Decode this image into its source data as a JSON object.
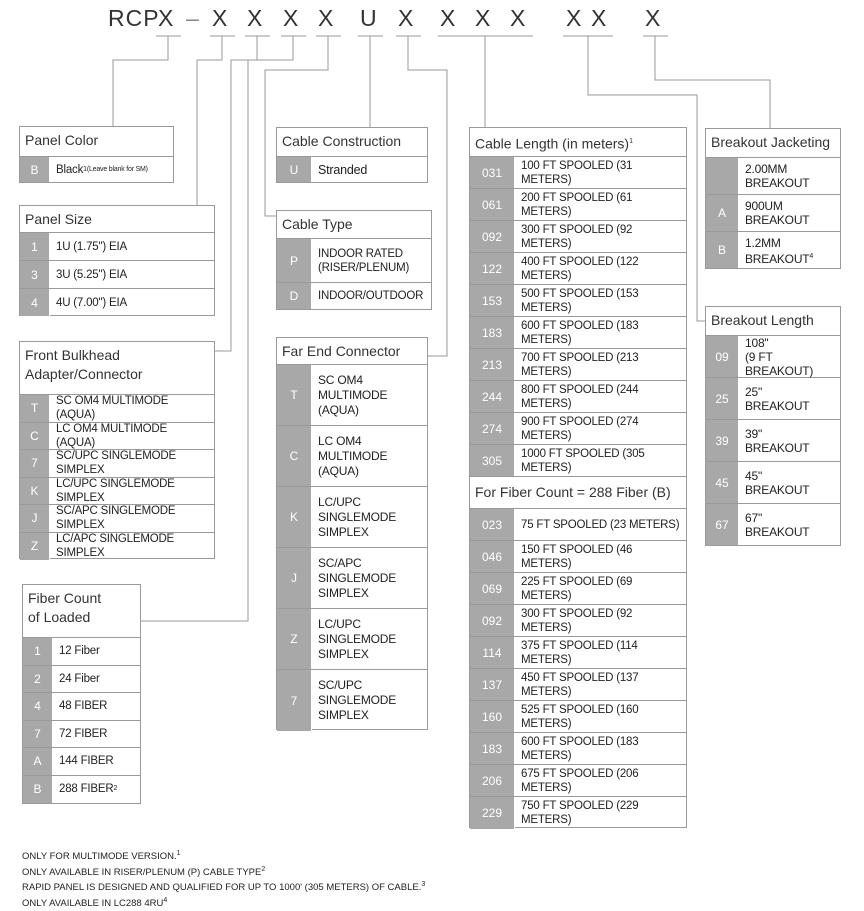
{
  "part_number": {
    "prefix": "RCP",
    "separator": "–",
    "segments": [
      "X",
      "X",
      "X",
      "X",
      "X",
      "U",
      "X",
      "X",
      "X",
      "X",
      "X",
      "X"
    ]
  },
  "panel_color": {
    "title": "Panel Color",
    "rows": [
      {
        "code": "B",
        "label": "Black",
        "sup": "1",
        "note": " (Leave blank for SM)"
      }
    ]
  },
  "panel_size": {
    "title": "Panel Size",
    "rows": [
      {
        "code": "1",
        "label": "1U (1.75\") EIA"
      },
      {
        "code": "3",
        "label": "3U (5.25\") EIA"
      },
      {
        "code": "4",
        "label": "4U (7.00\") EIA"
      }
    ]
  },
  "front_bulkhead": {
    "title": "Front Bulkhead\nAdapter/Connector",
    "rows": [
      {
        "code": "T",
        "label": "SC OM4 MULTIMODE (AQUA)"
      },
      {
        "code": "C",
        "label": "LC OM4 MULTIMODE (AQUA)"
      },
      {
        "code": "7",
        "label": "SC/UPC SINGLEMODE SIMPLEX"
      },
      {
        "code": "K",
        "label": "LC/UPC SINGLEMODE SIMPLEX"
      },
      {
        "code": "J",
        "label": "SC/APC SINGLEMODE SIMPLEX"
      },
      {
        "code": "Z",
        "label": "LC/APC SINGLEMODE SIMPLEX"
      }
    ]
  },
  "fiber_count": {
    "title": "Fiber Count\nof Loaded",
    "rows": [
      {
        "code": "1",
        "label": "12 Fiber"
      },
      {
        "code": "2",
        "label": "24 Fiber"
      },
      {
        "code": "4",
        "label": "48 FIBER"
      },
      {
        "code": "7",
        "label": "72 FIBER"
      },
      {
        "code": "A",
        "label": "144 FIBER"
      },
      {
        "code": "B",
        "label": "288 FIBER",
        "sup": "2"
      }
    ]
  },
  "cable_construction": {
    "title": "Cable Construction",
    "rows": [
      {
        "code": "U",
        "label": "Stranded"
      }
    ]
  },
  "cable_type": {
    "title": "Cable Type",
    "rows": [
      {
        "code": "P",
        "label": "INDOOR RATED\n(RISER/PLENUM)"
      },
      {
        "code": "D",
        "label": "INDOOR/OUTDOOR"
      }
    ]
  },
  "far_end_connector": {
    "title": "Far End Connector",
    "rows": [
      {
        "code": "T",
        "label": "SC OM4\nMULTIMODE\n(AQUA)"
      },
      {
        "code": "C",
        "label": "LC OM4\nMULTIMODE\n(AQUA)"
      },
      {
        "code": "K",
        "label": "LC/UPC\nSINGLEMODE\nSIMPLEX"
      },
      {
        "code": "J",
        "label": "SC/APC\nSINGLEMODE\nSIMPLEX"
      },
      {
        "code": "Z",
        "label": "LC/UPC\nSINGLEMODE\nSIMPLEX"
      },
      {
        "code": "7",
        "label": "SC/UPC\nSINGLEMODE\nSIMPLEX"
      }
    ]
  },
  "cable_length": {
    "title": "Cable Length (in meters)",
    "title_sup": "1",
    "rows": [
      {
        "code": "031",
        "label": "100 FT SPOOLED (31 METERS)"
      },
      {
        "code": "061",
        "label": "200 FT SPOOLED (61 METERS)"
      },
      {
        "code": "092",
        "label": "300 FT SPOOLED (92 METERS)"
      },
      {
        "code": "122",
        "label": "400 FT SPOOLED (122 METERS)"
      },
      {
        "code": "153",
        "label": "500 FT SPOOLED (153 METERS)"
      },
      {
        "code": "183",
        "label": "600 FT SPOOLED (183 METERS)"
      },
      {
        "code": "213",
        "label": "700 FT SPOOLED (213 METERS)"
      },
      {
        "code": "244",
        "label": "800 FT SPOOLED (244 METERS)"
      },
      {
        "code": "274",
        "label": "900 FT SPOOLED (274 METERS)"
      },
      {
        "code": "305",
        "label": "1000 FT SPOOLED (305 METERS)"
      }
    ],
    "subtitle": "For Fiber Count = 288 Fiber (B)",
    "rows_288": [
      {
        "code": "023",
        "label": "75 FT SPOOLED (23 METERS)"
      },
      {
        "code": "046",
        "label": "150 FT SPOOLED (46 METERS)"
      },
      {
        "code": "069",
        "label": "225 FT SPOOLED (69 METERS)"
      },
      {
        "code": "092",
        "label": "300 FT SPOOLED (92 METERS)"
      },
      {
        "code": "114",
        "label": "375 FT SPOOLED (114 METERS)"
      },
      {
        "code": "137",
        "label": "450 FT SPOOLED (137 METERS)"
      },
      {
        "code": "160",
        "label": "525 FT SPOOLED (160 METERS)"
      },
      {
        "code": "183",
        "label": "600 FT SPOOLED (183 METERS)"
      },
      {
        "code": "206",
        "label": "675 FT SPOOLED (206 METERS)"
      },
      {
        "code": "229",
        "label": "750 FT SPOOLED (229 METERS)"
      }
    ]
  },
  "breakout_jacketing": {
    "title": "Breakout Jacketing",
    "rows": [
      {
        "code": "",
        "label": "2.00MM\nBREAKOUT"
      },
      {
        "code": "A",
        "label": "900UM\nBREAKOUT"
      },
      {
        "code": "B",
        "label": "1.2MM\nBREAKOUT",
        "sup": "4"
      }
    ]
  },
  "breakout_length": {
    "title": "Breakout Length",
    "rows": [
      {
        "code": "09",
        "label": "108\"\n(9 FT BREAKOUT)"
      },
      {
        "code": "25",
        "label": "25\"\nBREAKOUT"
      },
      {
        "code": "39",
        "label": "39\"\nBREAKOUT"
      },
      {
        "code": "45",
        "label": "45\"\nBREAKOUT"
      },
      {
        "code": "67",
        "label": "67\"\nBREAKOUT"
      }
    ]
  },
  "footnotes": [
    {
      "text": "ONLY FOR MULTIMODE VERSION.",
      "sup": "1"
    },
    {
      "text": "ONLY AVAILABLE IN RISER/PLENUM (P) CABLE TYPE",
      "sup": "2"
    },
    {
      "text": "RAPID PANEL IS DESIGNED AND QUALIFIED FOR UP TO 1000' (305 METERS) OF CABLE.",
      "sup": "3"
    },
    {
      "text": "ONLY AVAILABLE IN LC288 4RU",
      "sup": "4"
    }
  ]
}
